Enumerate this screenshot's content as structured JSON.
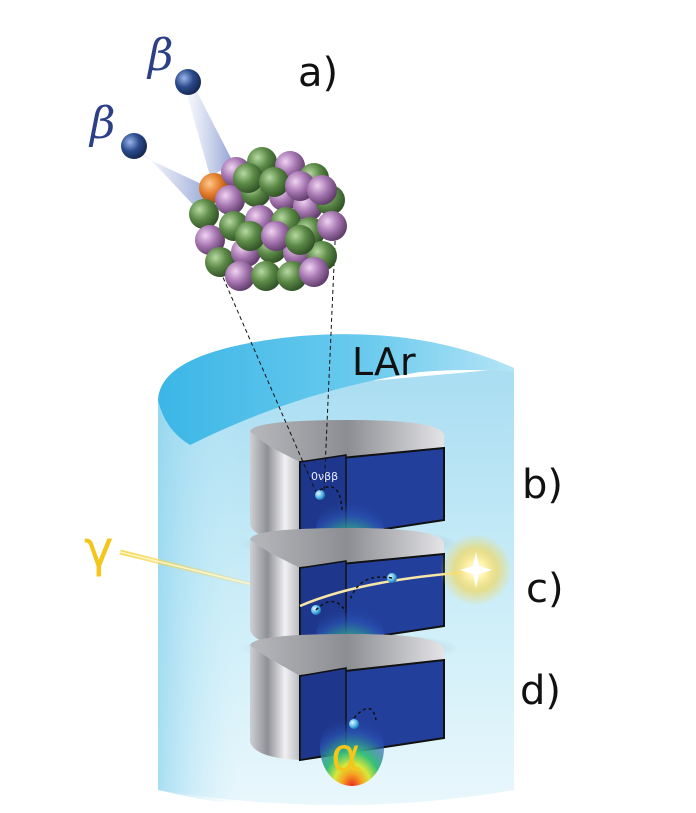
{
  "labels": {
    "panel_a": "a)",
    "panel_b": "b)",
    "panel_c": "c)",
    "panel_d": "d)",
    "lar": "LAr",
    "beta": "β",
    "gamma": "γ",
    "alpha": "α",
    "decay": "0νββ"
  },
  "colors": {
    "lar_liquid": "#bfe6f6",
    "lar_top": "#4cc0ea",
    "detector_face": "#233f9c",
    "electron": "#2b4c8e",
    "nucleon_green": "#4a7a3d",
    "nucleon_purple": "#9a6aa8",
    "nucleon_orange": "#e37d2a",
    "gamma": "#f4c61c",
    "alpha": "#f4c61c"
  },
  "icons": {
    "nucleus": "nucleus-icon",
    "electron": "electron-icon",
    "flash": "flash-icon"
  }
}
